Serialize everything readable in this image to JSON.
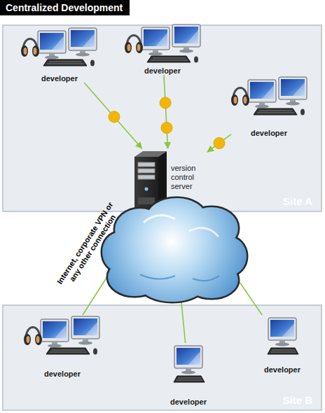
{
  "diagram": {
    "title": "Centralized Development",
    "nodes": [
      {
        "text": [
          "Site A"
        ]
      },
      {
        "text": [
          "developer"
        ],
        "in": 0
      },
      {
        "text": [
          "developer"
        ],
        "in": 0
      },
      {
        "text": [
          "developer"
        ],
        "in": 0
      },
      {
        "text": [
          "version control server"
        ],
        "in": 0
      },
      {
        "text": [
          "Site B"
        ]
      },
      {
        "text": [
          "developer"
        ],
        "in": 5
      },
      {
        "text": [
          "developer"
        ],
        "in": 5
      },
      {
        "text": [
          "developer"
        ],
        "in": 5
      }
    ],
    "edges": [
      {
        "from": 1,
        "to": 4,
        "arrow": "to"
      },
      {
        "from": 2,
        "to": 4,
        "arrow": "to"
      },
      {
        "from": 3,
        "to": 4,
        "arrow": "to"
      },
      {
        "from": 6,
        "to": 4,
        "arrow": "to"
      },
      {
        "from": 7,
        "to": 4,
        "arrow": "to"
      },
      {
        "from": 8,
        "to": 4,
        "arrow": "to"
      }
    ],
    "labels": [
      "Internet, corporate VPN or any other connection"
    ]
  }
}
